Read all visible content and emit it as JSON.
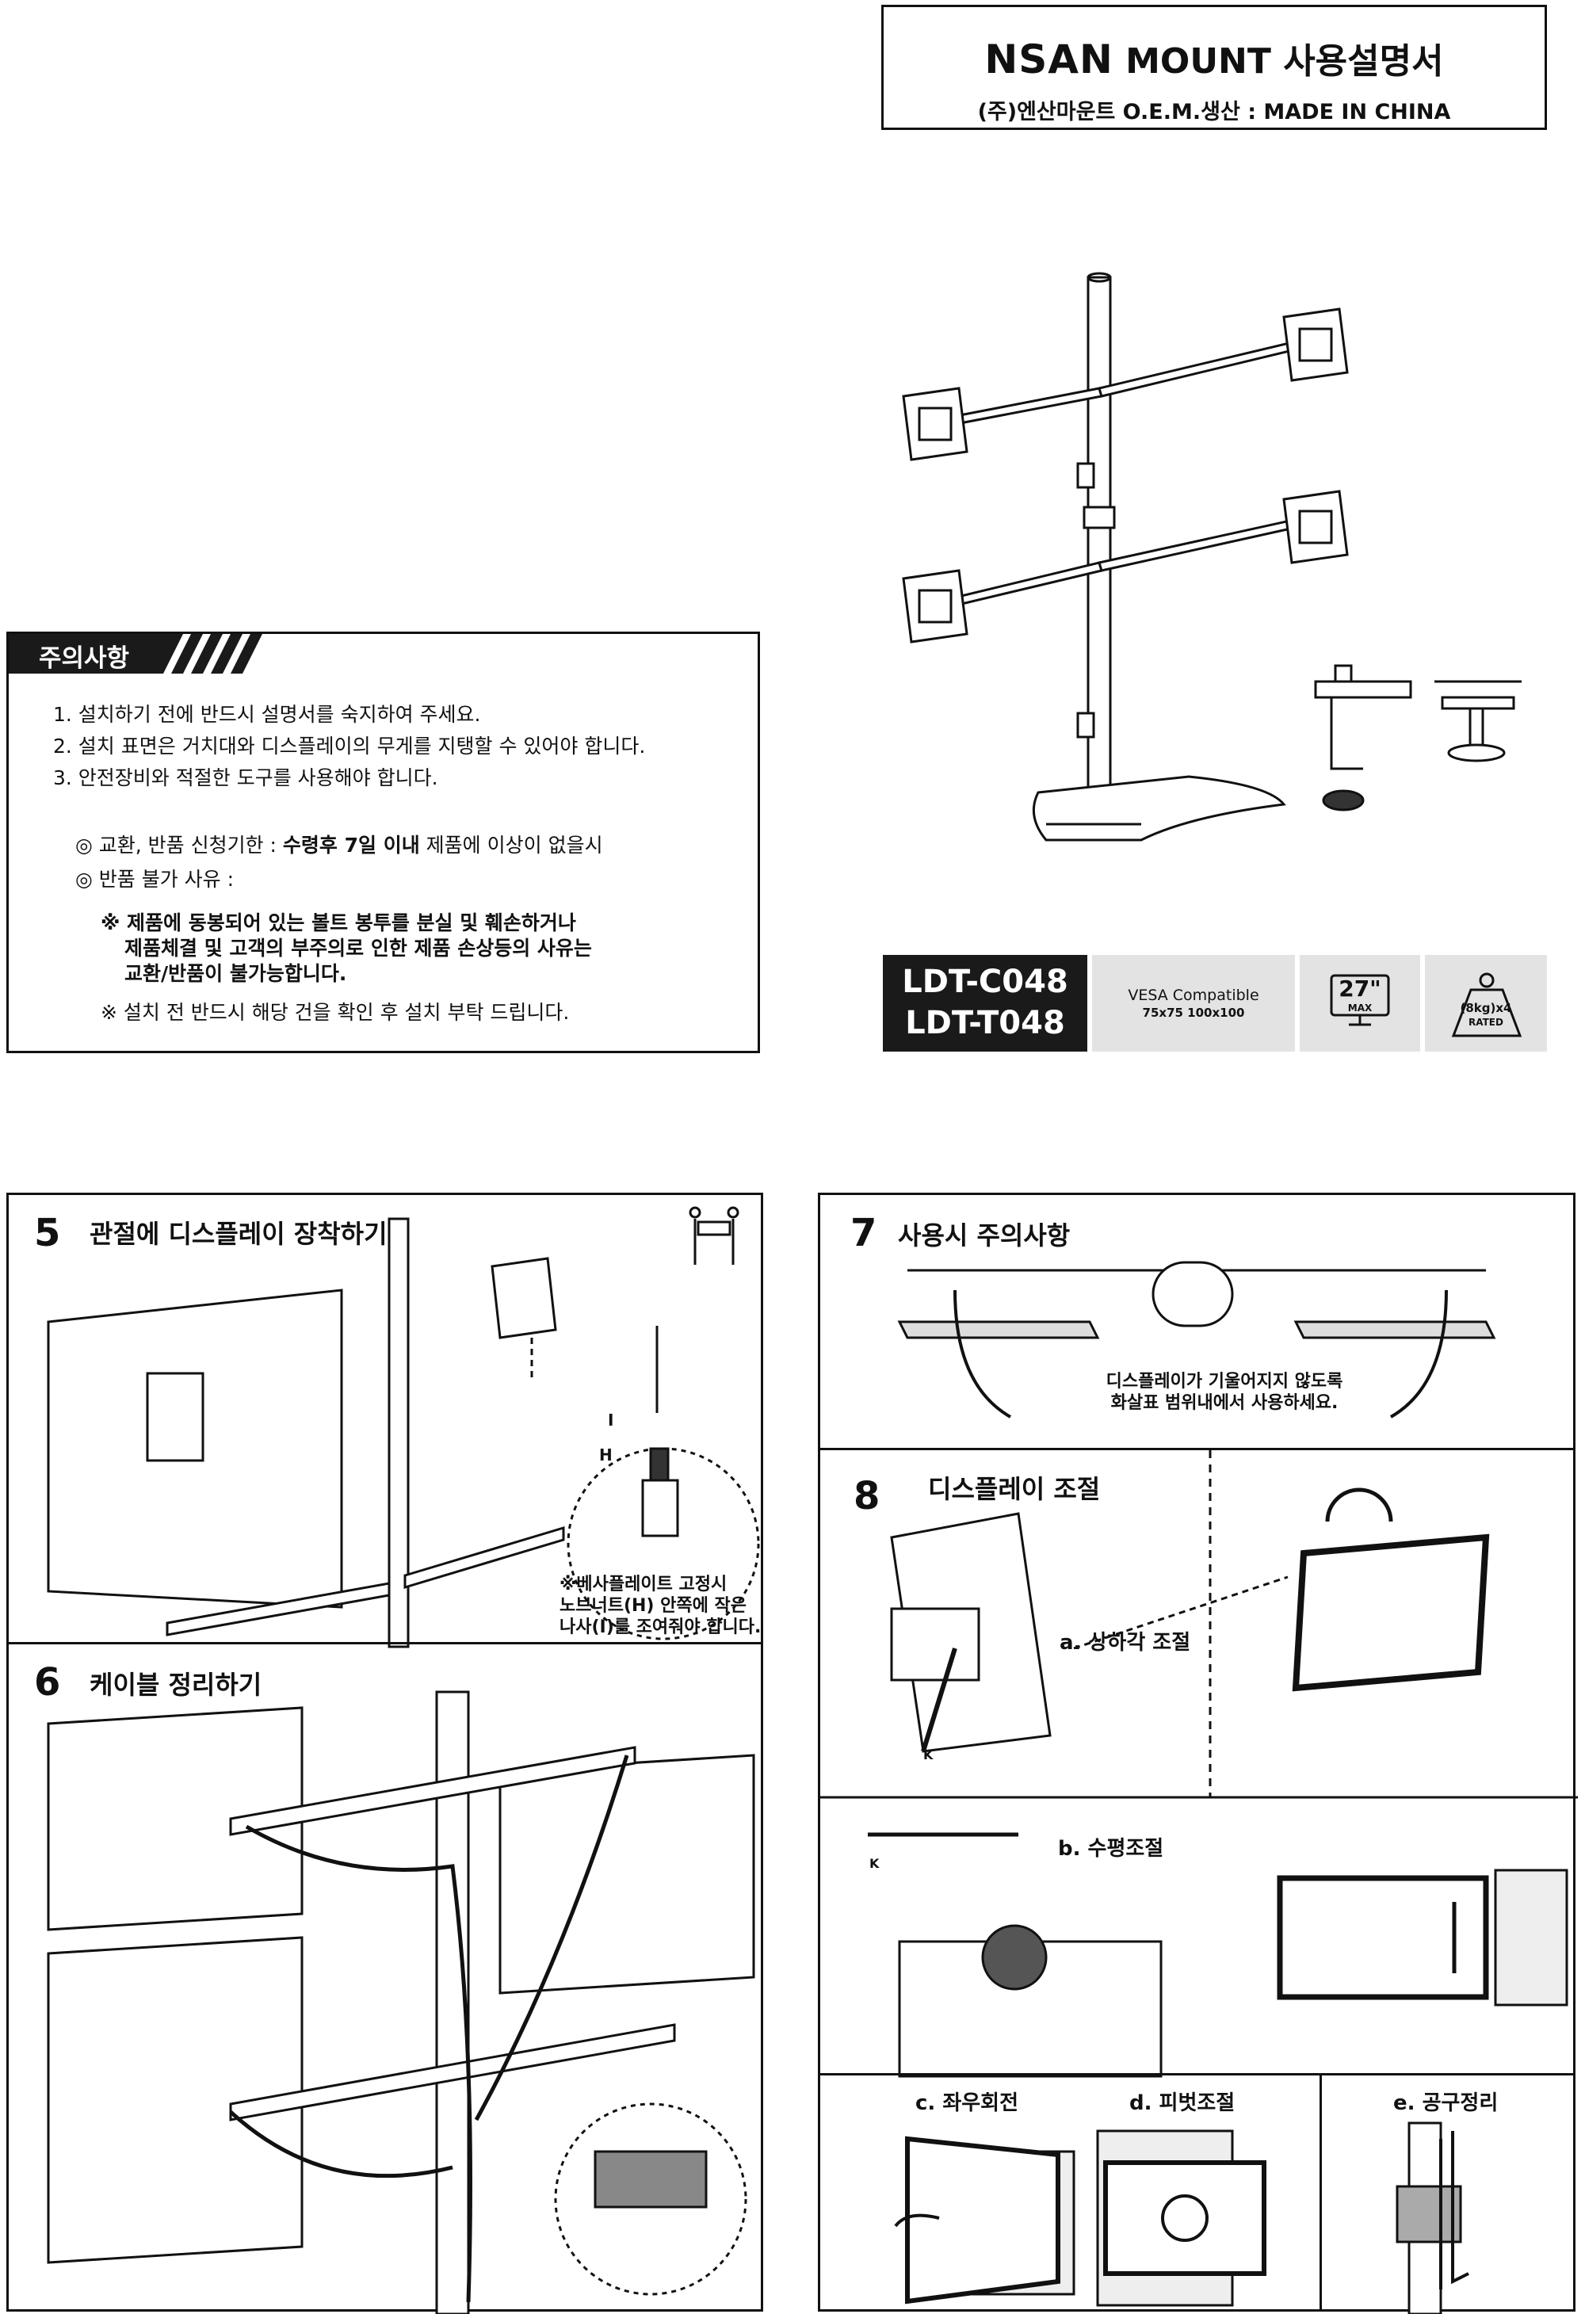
{
  "header": {
    "brand_logo": "NSAN",
    "brand_rest": "MOUNT 사용설명서",
    "subtitle": "(주)엔산마운트 O.E.M.생산 : MADE IN CHINA"
  },
  "caution": {
    "title": "주의사항",
    "items": [
      "1. 설치하기 전에 반드시 설명서를 숙지하여 주세요.",
      "2. 설치 표면은 거치대와 디스플레이의 무게를 지탱할 수 있어야 합니다.",
      "3. 안전장비와 적절한 도구를 사용해야 합니다."
    ],
    "exchange_prefix": "◎ 교환, 반품 신청기한 : ",
    "exchange_bold": "수령후 7일 이내",
    "exchange_suffix": " 제품에 이상이 없을시",
    "refusal": "◎ 반품 불가 사유 :",
    "notice_bold": [
      "※ 제품에 동봉되어 있는 볼트 봉투를 분실 및 훼손하거나",
      "제품체결 및 고객의 부주의로 인한 제품 손상등의 사유는",
      "교환/반품이 불가능합니다."
    ],
    "notice_check": "※ 설치 전 반드시 해당 건을 확인 후 설치 부탁 드립니다."
  },
  "product": {
    "models": [
      "LDT-C048",
      "LDT-T048"
    ],
    "vesa_title": "VESA Compatible",
    "vesa_sizes": "75x75 100x100",
    "screen_size": "27\"",
    "screen_max": "MAX",
    "weight": "(8kg)x4",
    "weight_rated": "RATED"
  },
  "steps": {
    "s5": {
      "num": "5",
      "title": "관절에 디스플레이 장착하기",
      "label_i": "I",
      "label_h": "H",
      "note": [
        "※베사플레이트 고정시",
        "노브너트(H) 안쪽에 작은",
        "나사(I)를 조여줘야 합니다."
      ]
    },
    "s6": {
      "num": "6",
      "title": "케이블 정리하기"
    },
    "s7": {
      "num": "7",
      "title": "사용시 주의사항",
      "note": [
        "디스플레이가 기울어지지 않도록",
        "화살표 범위내에서 사용하세요."
      ]
    },
    "s8": {
      "num": "8",
      "title": "디스플레이 조절",
      "a": "a. 상하각 조절",
      "b": "b. 수평조절",
      "k1": "K",
      "k2": "K",
      "c": "c. 좌우회전",
      "d": "d. 피벗조절",
      "e": "e. 공구정리"
    }
  }
}
